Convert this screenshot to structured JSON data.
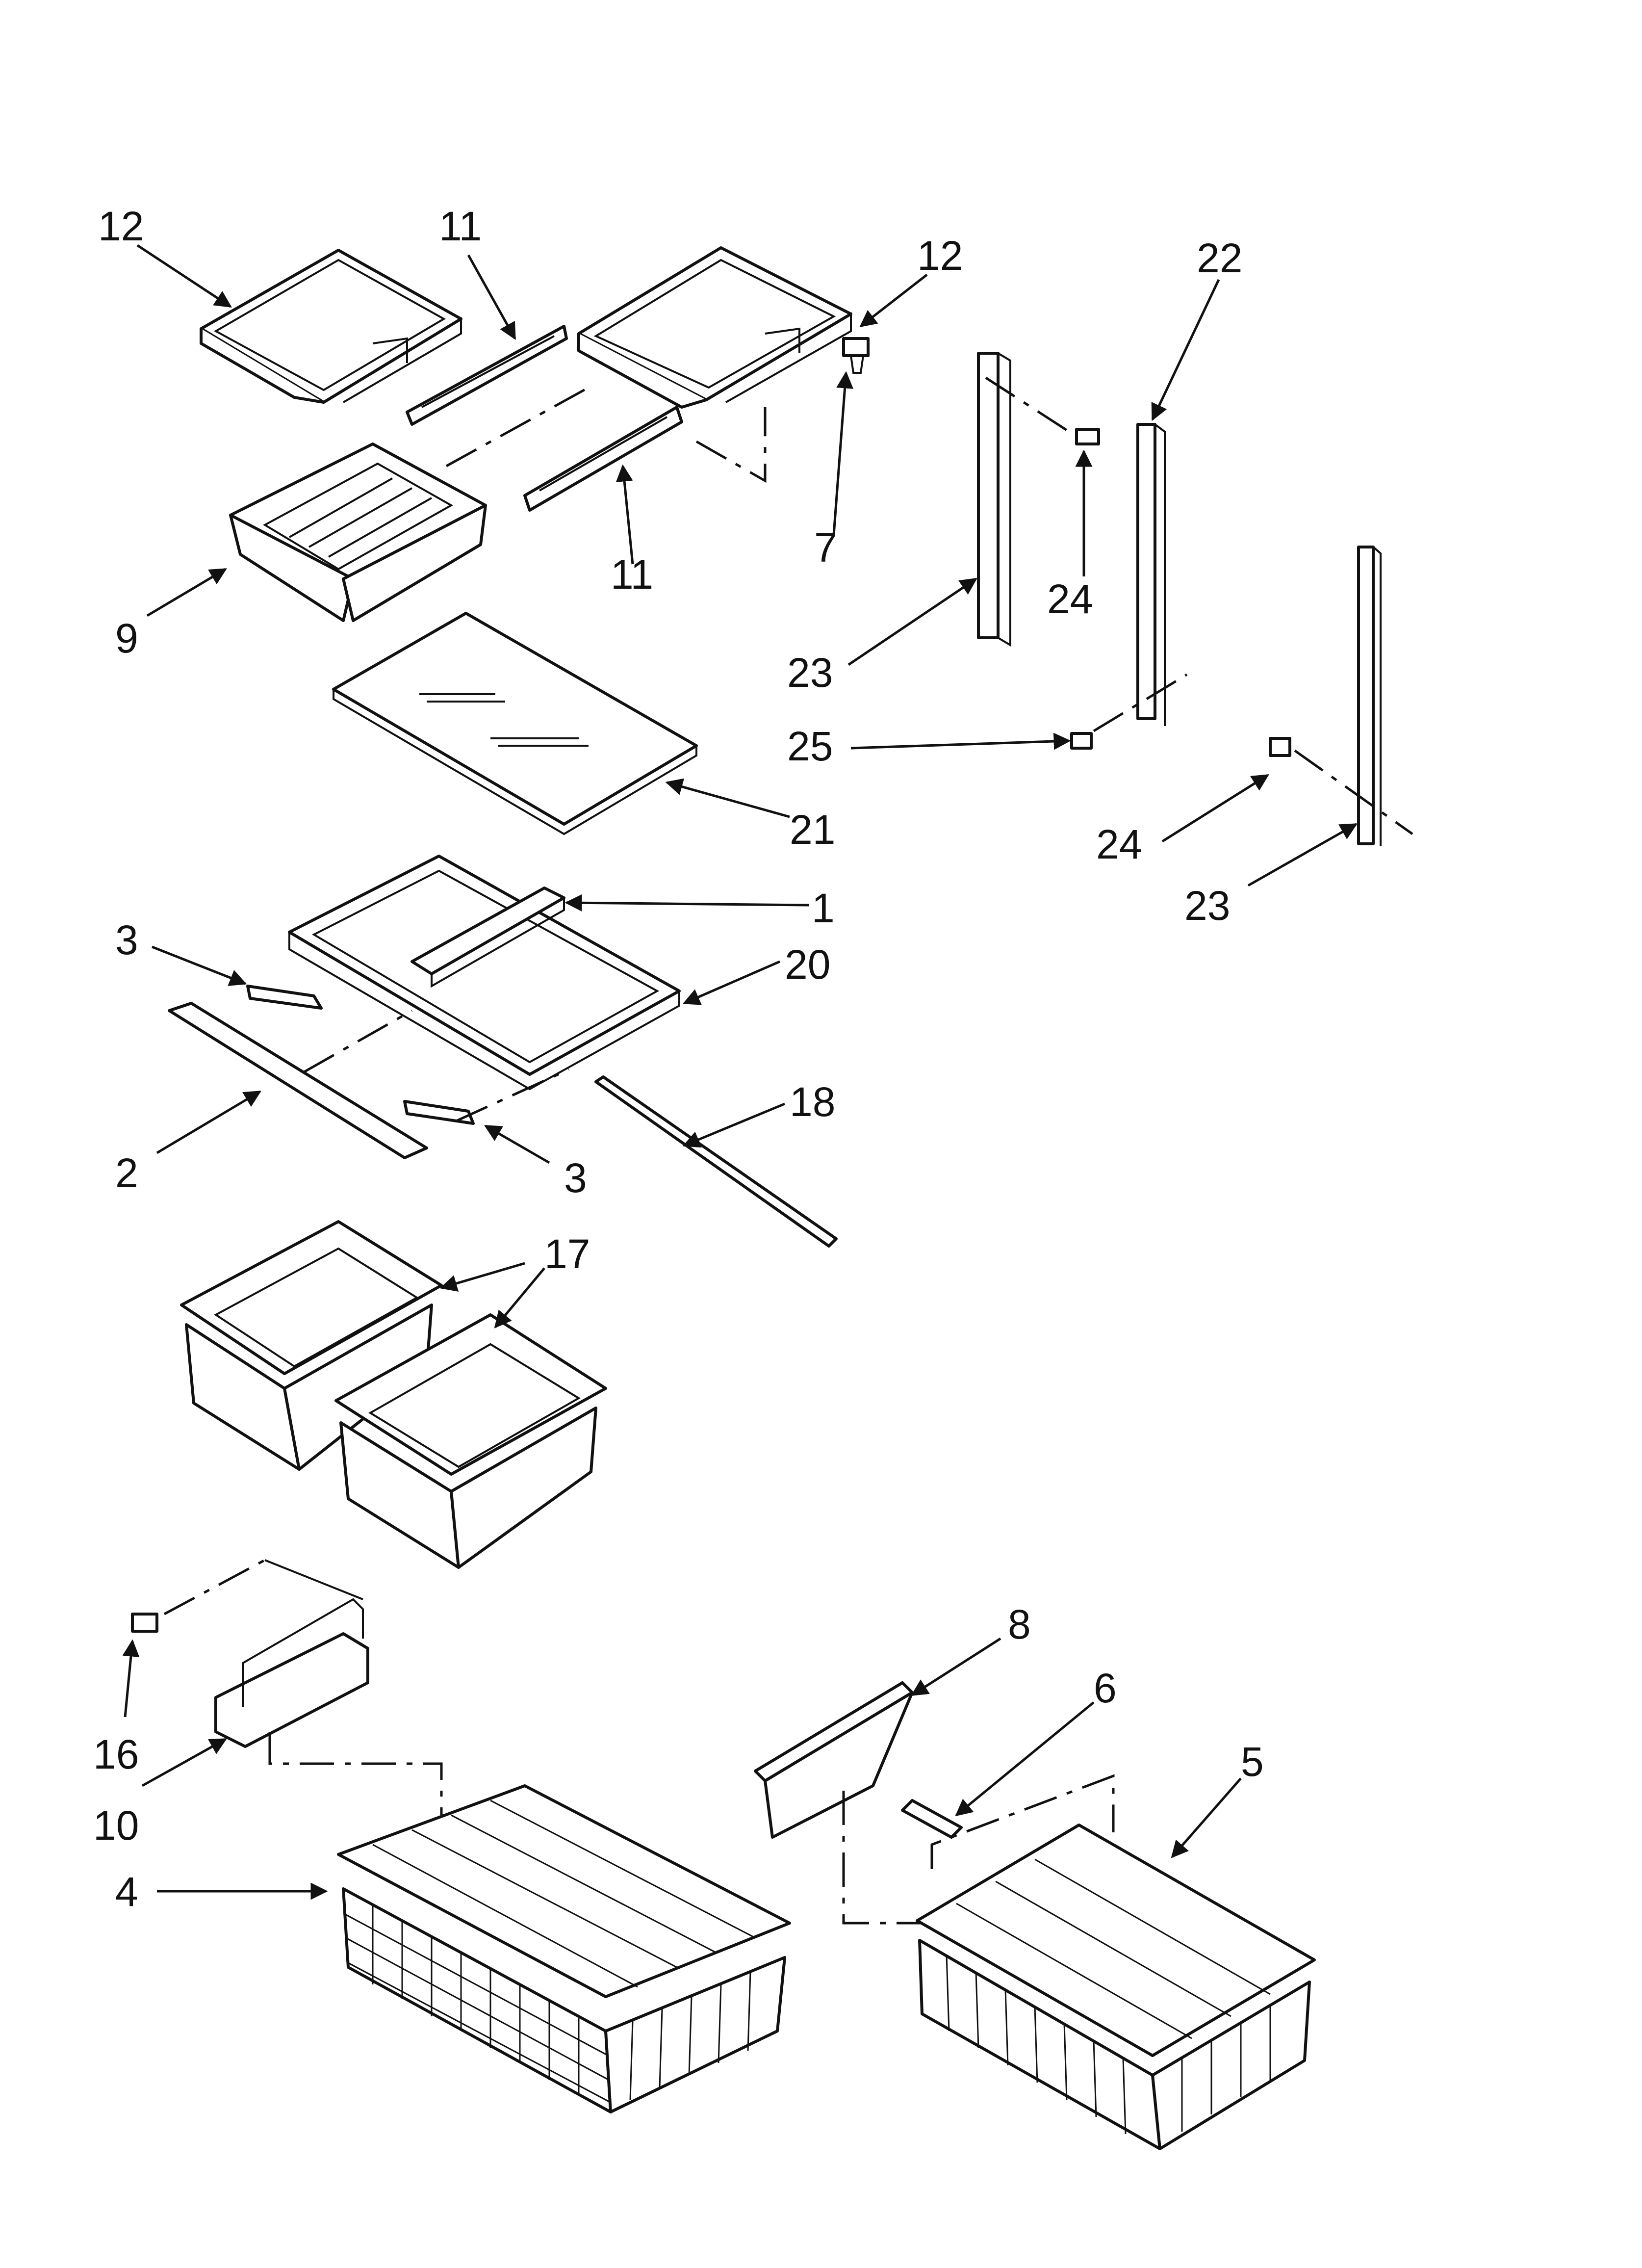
{
  "diagram": {
    "callouts": [
      "12",
      "11",
      "12",
      "22",
      "7",
      "24",
      "11",
      "9",
      "23",
      "25",
      "21",
      "24",
      "23",
      "1",
      "3",
      "20",
      "18",
      "2",
      "3",
      "17",
      "8",
      "6",
      "5",
      "16",
      "10",
      "4"
    ]
  }
}
